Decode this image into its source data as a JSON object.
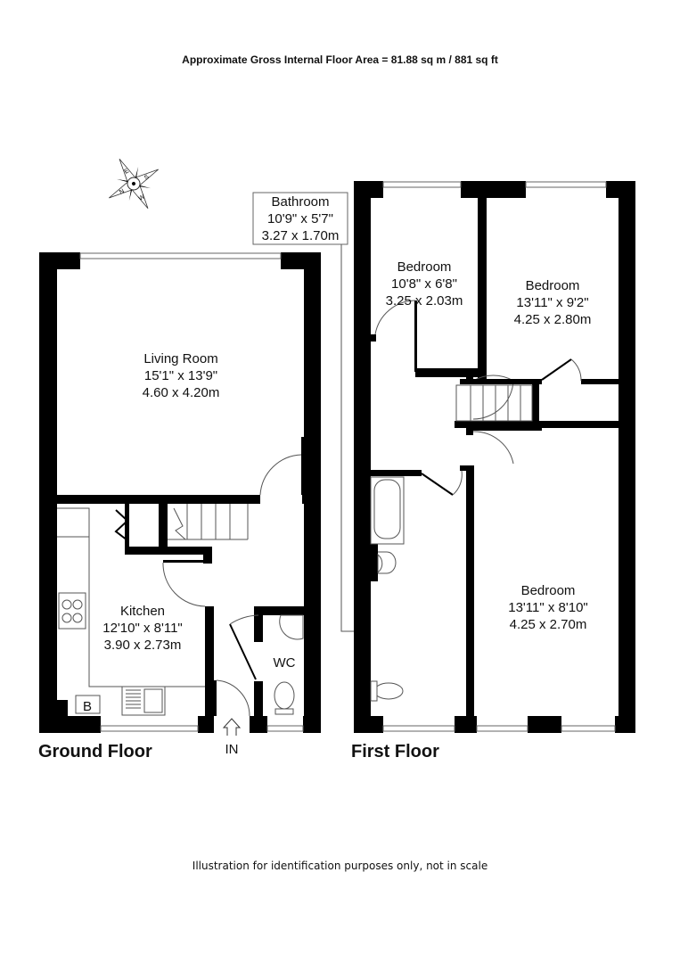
{
  "header": {
    "area_text": "Approximate Gross Internal Floor Area =  81.88 sq m / 881 sq ft"
  },
  "footer": {
    "disclaimer": "Illustration for identification purposes only, not in scale"
  },
  "compass": {
    "icon": "compass-rose-icon",
    "letters": [
      "E",
      "S",
      "W",
      "N"
    ]
  },
  "ground_floor": {
    "title": "Ground Floor",
    "entrance": "IN",
    "rooms": {
      "living": {
        "name": "Living Room",
        "imperial": "15'1\" x 13'9\"",
        "metric": "4.60 x 4.20m"
      },
      "kitchen": {
        "name": "Kitchen",
        "imperial": "12'10\" x 8'11\"",
        "metric": "3.90 x 2.73m"
      },
      "wc": {
        "name": "WC"
      },
      "boiler": {
        "label": "B"
      }
    }
  },
  "first_floor": {
    "title": "First Floor",
    "rooms": {
      "bathroom": {
        "name": "Bathroom",
        "imperial": "10'9\" x 5'7\"",
        "metric": "3.27 x 1.70m"
      },
      "bedroom1": {
        "name": "Bedroom",
        "imperial": "10'8\" x 6'8\"",
        "metric": "3.25 x 2.03m"
      },
      "bedroom2": {
        "name": "Bedroom",
        "imperial": "13'11\" x 9'2\"",
        "metric": "4.25 x 2.80m"
      },
      "bedroom3": {
        "name": "Bedroom",
        "imperial": "13'11\" x 8'10\"",
        "metric": "4.25 x 2.70m"
      }
    }
  }
}
